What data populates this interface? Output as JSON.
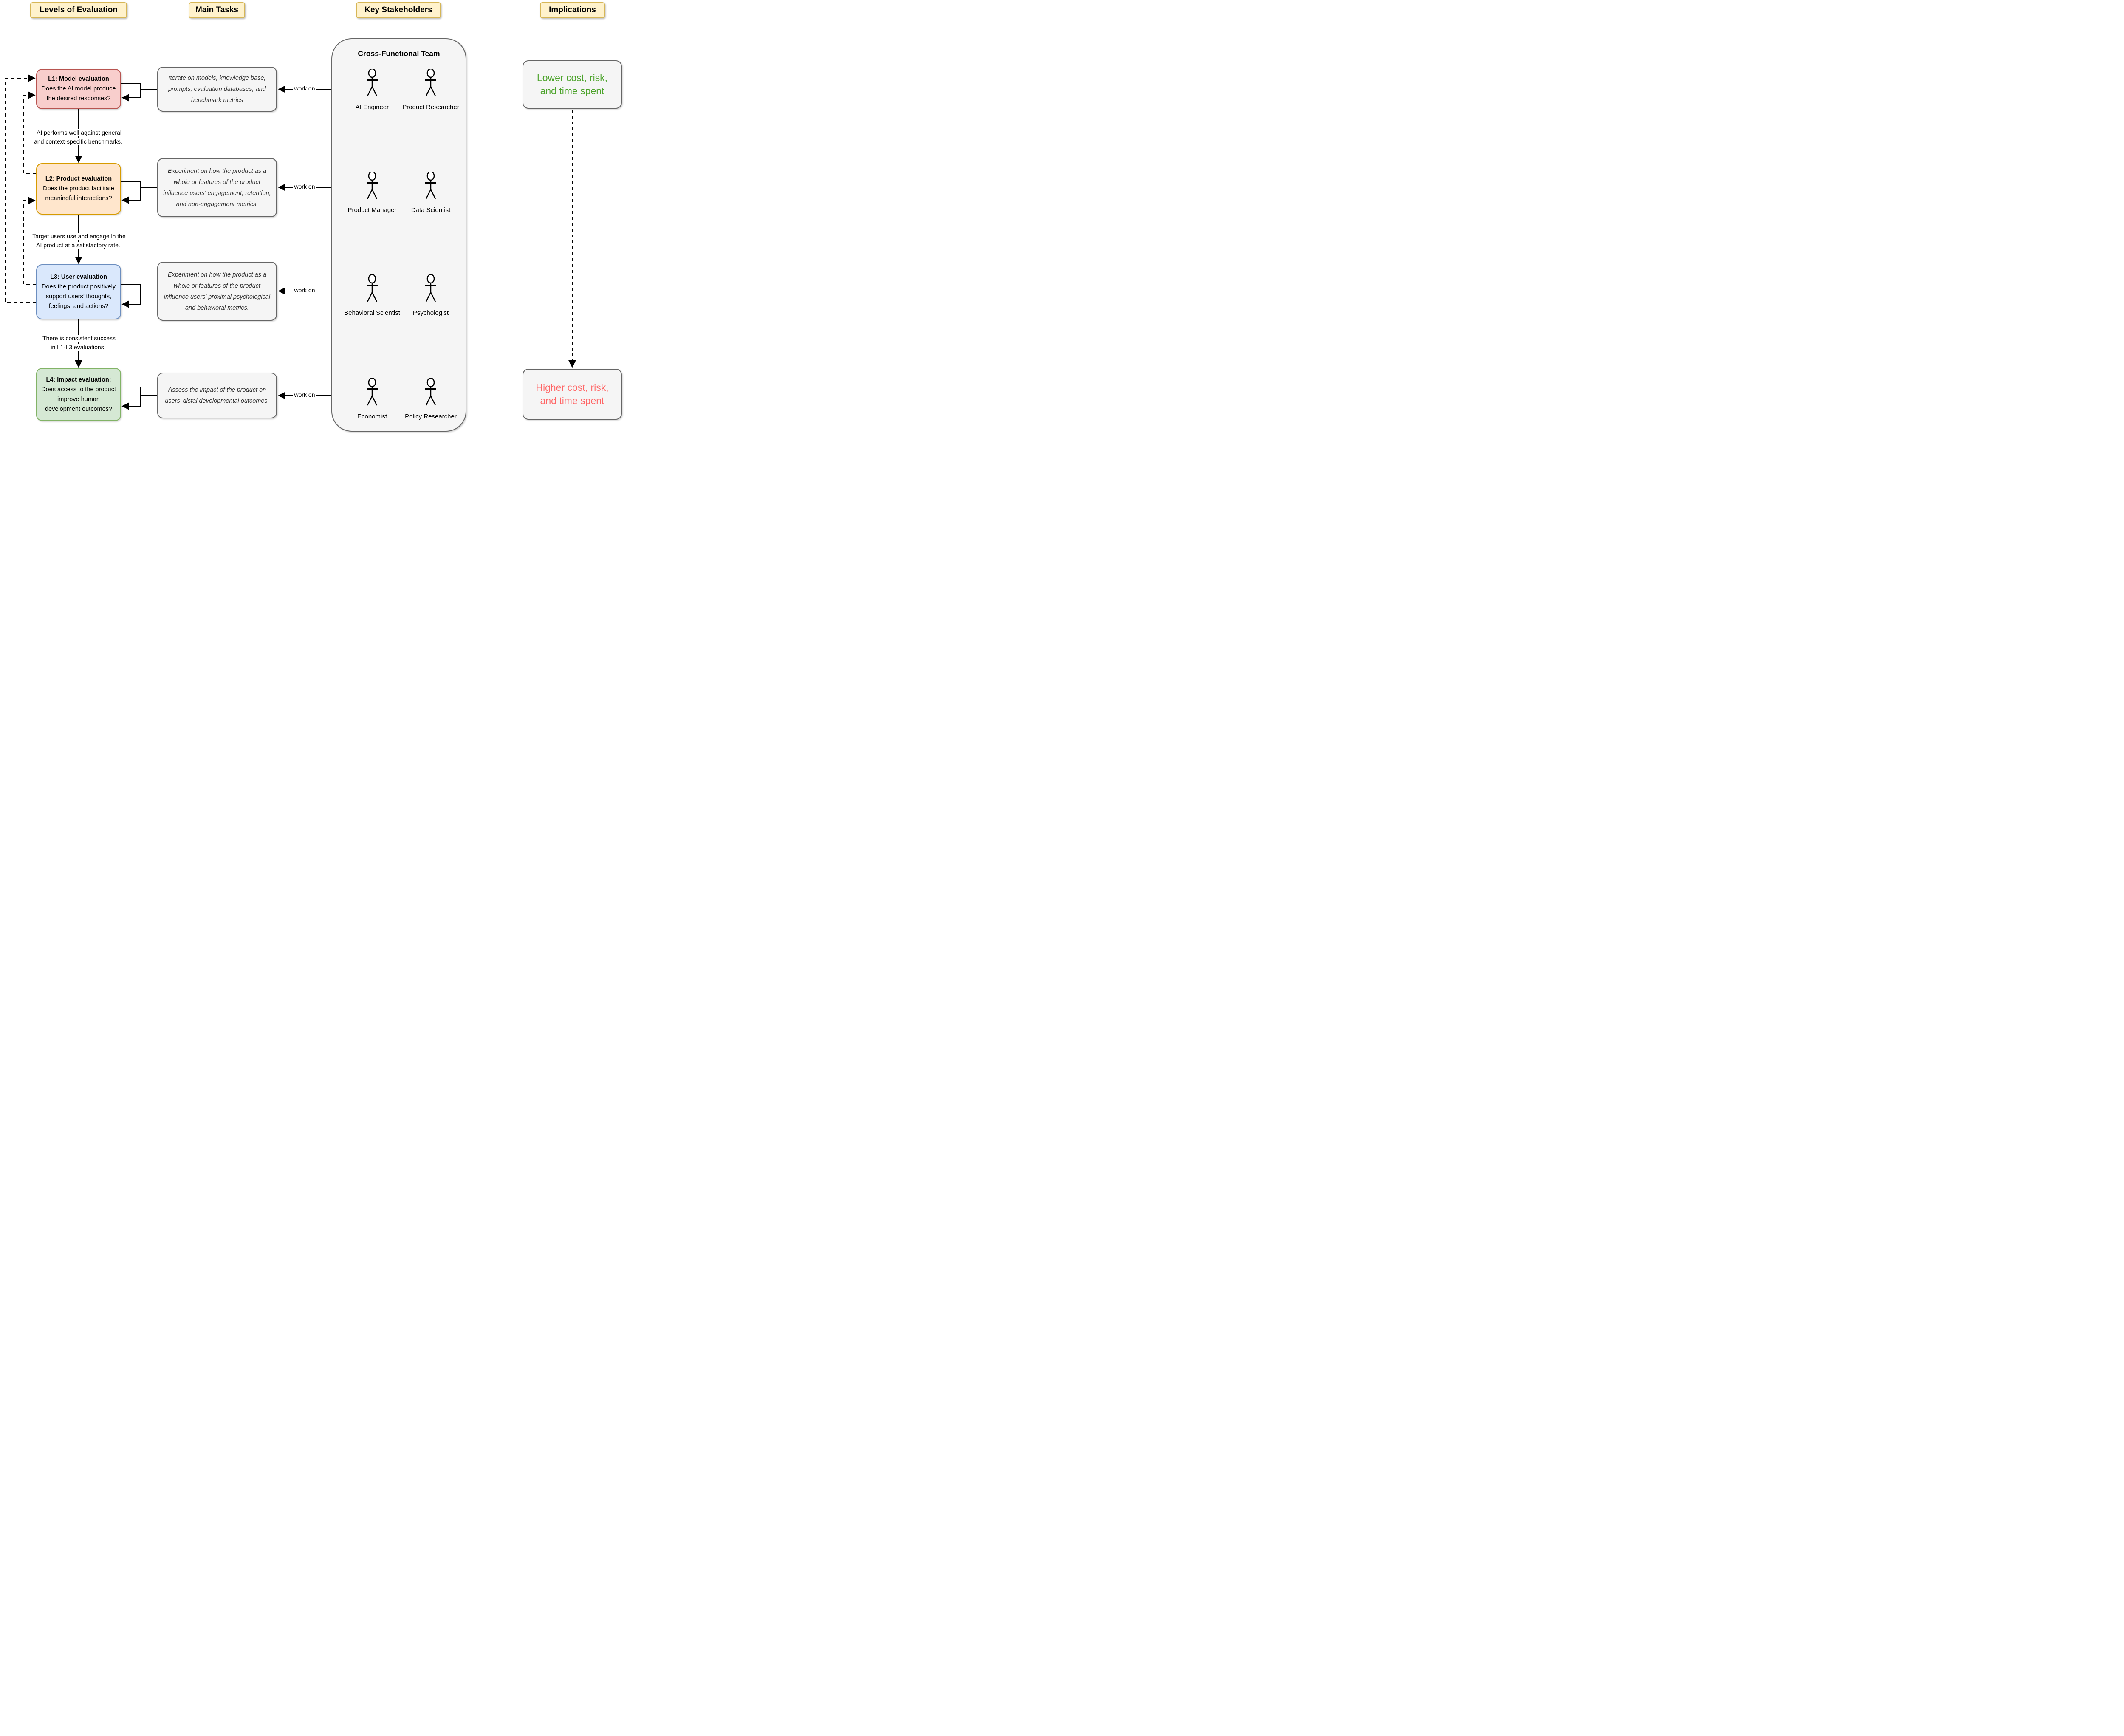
{
  "headers": {
    "levels": "Levels of Evaluation",
    "tasks": "Main Tasks",
    "stakeholders": "Key Stakeholders",
    "implications": "Implications"
  },
  "levels": [
    {
      "title": "L1: Model evaluation",
      "body": [
        "Does the AI model produce",
        "the desired responses?"
      ]
    },
    {
      "title": "L2: Product evaluation",
      "body": [
        "Does the product facilitate",
        "meaningful interactions?"
      ]
    },
    {
      "title": "L3: User evaluation",
      "body": [
        "Does the product positively",
        "support users’ thoughts,",
        "feelings, and actions?"
      ]
    },
    {
      "title": "L4: Impact evaluation:",
      "body": [
        "Does access to the product",
        "improve human",
        "development outcomes?"
      ]
    }
  ],
  "transitions": [
    [
      "AI performs well against general",
      "and context-specific benchmarks."
    ],
    [
      "Target users use and engage in the",
      "AI product at a satisfactory rate."
    ],
    [
      "There is consistent success",
      "in L1-L3 evaluations."
    ]
  ],
  "tasks": [
    [
      "Iterate on models, knowledge base,",
      "prompts, evaluation databases, and",
      "benchmark metrics"
    ],
    [
      "Experiment on how the product as a",
      "whole or features of the product",
      "influence users' engagement, retention,",
      "and non-engagement metrics."
    ],
    [
      "Experiment on how the product as a",
      "whole or features of the product",
      "influence users' proximal psychological",
      "and behavioral metrics."
    ],
    [
      "Assess the impact of the product on",
      "users' distal developmental outcomes."
    ]
  ],
  "work_on": "work on",
  "team": {
    "title": "Cross-Functional Team",
    "members": [
      "AI Engineer",
      "Product Researcher",
      "Product Manager",
      "Data Scientist",
      "Behavioral Scientist",
      "Psychologist",
      "Economist",
      "Policy Researcher"
    ]
  },
  "implications": {
    "positive": [
      "Lower cost, risk,",
      "and time spent"
    ],
    "negative": [
      "Higher cost, risk,",
      "and time spent"
    ]
  },
  "colors": {
    "header_fill": "#FFF2CC",
    "header_border": "#D6B656",
    "l1_fill": "#F8CECC",
    "l1_border": "#B85450",
    "l2_fill": "#FFE6CC",
    "l2_border": "#D79B00",
    "l3_fill": "#DAE8FC",
    "l3_border": "#6C8EBF",
    "l4_fill": "#D5E8D4",
    "l4_border": "#82B366",
    "neutral_fill": "#F5F5F5",
    "neutral_border": "#666666",
    "task_text": "#333333",
    "positive_text": "#4CA32B",
    "negative_text": "#FF6666"
  }
}
